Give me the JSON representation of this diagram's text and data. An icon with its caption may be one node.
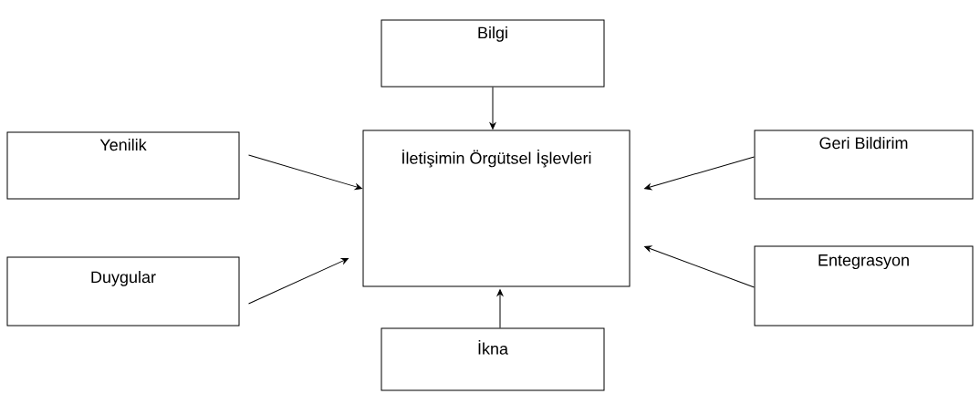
{
  "diagram": {
    "nodes": [
      {
        "text": [
          "Bilgi"
        ]
      },
      {
        "text": [
          "Yenilik"
        ]
      },
      {
        "text": [
          "İletişimin Örgütsel İşlevleri"
        ]
      },
      {
        "text": [
          "Geri Bildirim"
        ]
      },
      {
        "text": [
          "Duygular"
        ]
      },
      {
        "text": [
          "Entegrasyon"
        ]
      },
      {
        "text": [
          "İkna"
        ]
      }
    ],
    "edges": [
      {
        "from": 0,
        "to": 2,
        "arrow": "to"
      },
      {
        "from": 1,
        "to": 2,
        "arrow": "to"
      },
      {
        "from": 3,
        "to": 2,
        "arrow": "to"
      },
      {
        "from": 4,
        "to": 2,
        "arrow": "to"
      },
      {
        "from": 5,
        "to": 2,
        "arrow": "to"
      },
      {
        "from": 6,
        "to": 2,
        "arrow": "to"
      }
    ]
  }
}
